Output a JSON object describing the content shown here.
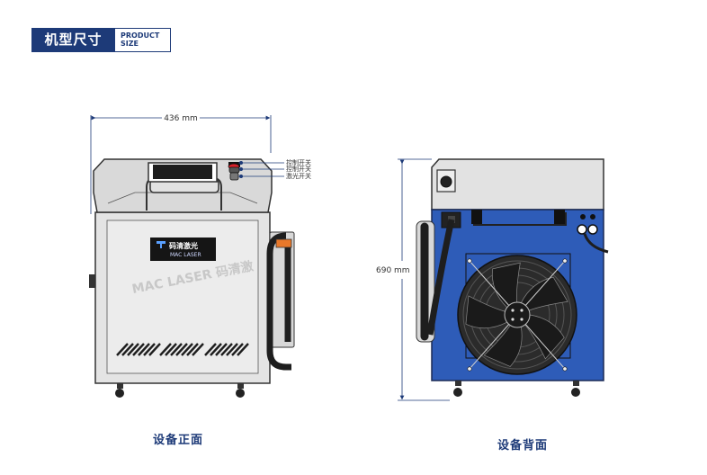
{
  "badge": {
    "title_cn": "机型尺寸",
    "title_en_1": "PRODUCT",
    "title_en_2": "SIZE"
  },
  "front": {
    "width_label": "436 mm",
    "switches": [
      "控制开关",
      "控制开关",
      "激光开关"
    ],
    "logo_cn": "码清激光",
    "logo_en": "MAC LASER",
    "watermark": "MAC LASER 码清激",
    "caption": "设备正面"
  },
  "back": {
    "height_label": "690 mm",
    "caption": "设备背面"
  },
  "colors": {
    "accent": "#1d3a78",
    "back_panel": "#2e5cb8",
    "body_gray": "#e6e6e6",
    "fan": "#2d2d2d"
  }
}
